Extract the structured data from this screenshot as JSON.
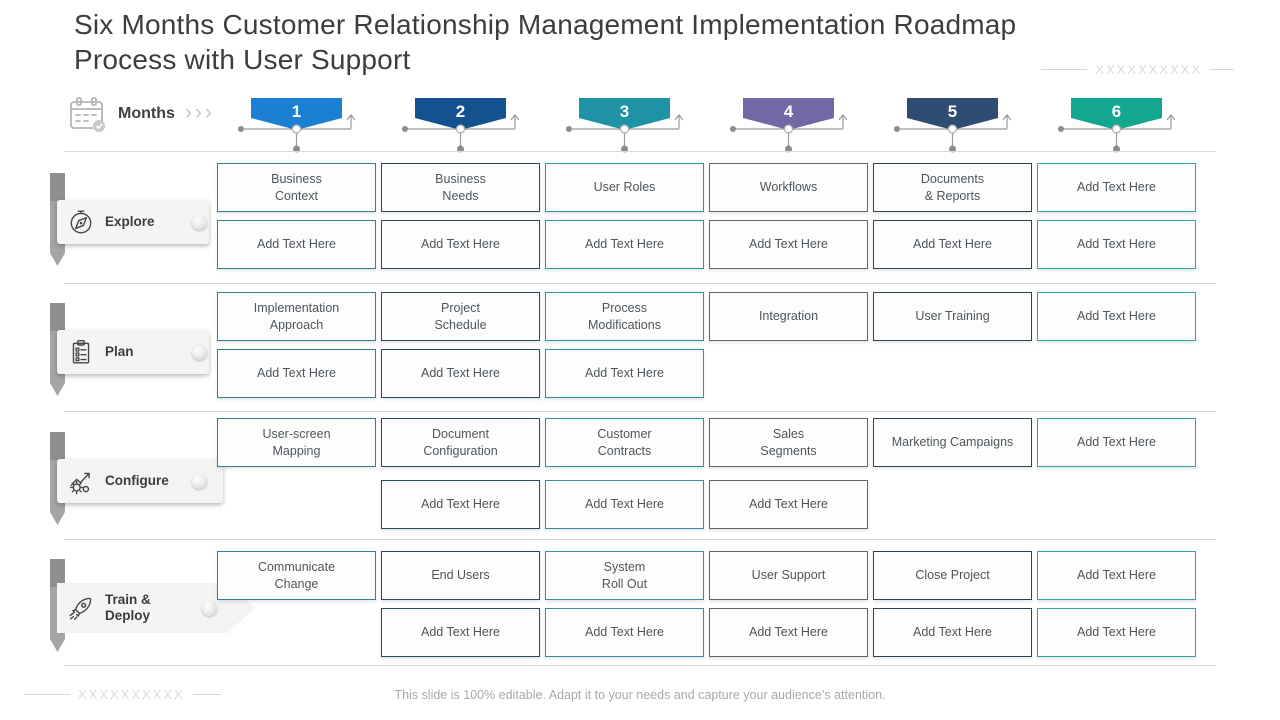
{
  "title": "Six Months Customer Relationship Management Implementation Roadmap\nProcess with User Support",
  "watermark_top": "XXXXXXXXXX",
  "watermark_bottom": "XXXXXXXXXX",
  "footer": "This slide is 100% editable. Adapt it to your needs and capture your audience’s attention.",
  "months": {
    "label": "Months",
    "chevrons": "›››",
    "items": [
      {
        "number": "1",
        "color": "#1b7fd4"
      },
      {
        "number": "2",
        "color": "#14518f"
      },
      {
        "number": "3",
        "color": "#1f93a5"
      },
      {
        "number": "4",
        "color": "#7268a5"
      },
      {
        "number": "5",
        "color": "#2e4d70"
      },
      {
        "number": "6",
        "color": "#12a78e"
      }
    ]
  },
  "columns": [
    {
      "border_color": "#337f93"
    },
    {
      "border_color": "#1f4d61"
    },
    {
      "border_color": "#2e93a4"
    },
    {
      "border_color": "#5b6872"
    },
    {
      "border_color": "#2e4456"
    },
    {
      "border_color": "#2fa8a0"
    }
  ],
  "phases": [
    {
      "label": "Explore",
      "icon": "compass-icon",
      "row_a": [
        "Business\nContext",
        "Business\nNeeds",
        "User Roles",
        "Workflows",
        "Documents\n& Reports",
        "Add Text Here"
      ],
      "row_b": [
        "Add Text Here",
        "Add Text Here",
        "Add Text Here",
        "Add Text Here",
        "Add Text Here",
        "Add Text Here"
      ]
    },
    {
      "label": "Plan",
      "icon": "clipboard-icon",
      "row_a": [
        "Implementation\nApproach",
        "Project\nSchedule",
        "Process\nModifications",
        "Integration",
        "User Training",
        "Add Text Here"
      ],
      "row_b": [
        "Add Text Here",
        "Add Text Here",
        "Add Text Here",
        null,
        null,
        null
      ]
    },
    {
      "label": "Configure",
      "icon": "gear-arrow-icon",
      "row_a": [
        "User-screen\nMapping",
        "Document\nConfiguration",
        "Customer\nContracts",
        "Sales\nSegments",
        "Marketing Campaigns",
        "Add Text Here"
      ],
      "row_b": [
        null,
        "Add Text Here",
        "Add Text Here",
        "Add Text Here",
        null,
        null
      ]
    },
    {
      "label": "Train &\nDeploy",
      "icon": "rocket-icon",
      "row_a": [
        "Communicate\nChange",
        "End Users",
        "System\nRoll Out",
        "User Support",
        "Close Project",
        "Add Text Here"
      ],
      "row_b": [
        null,
        "Add Text Here",
        "Add Text Here",
        "Add Text Here",
        "Add Text Here",
        "Add Text Here"
      ]
    }
  ]
}
